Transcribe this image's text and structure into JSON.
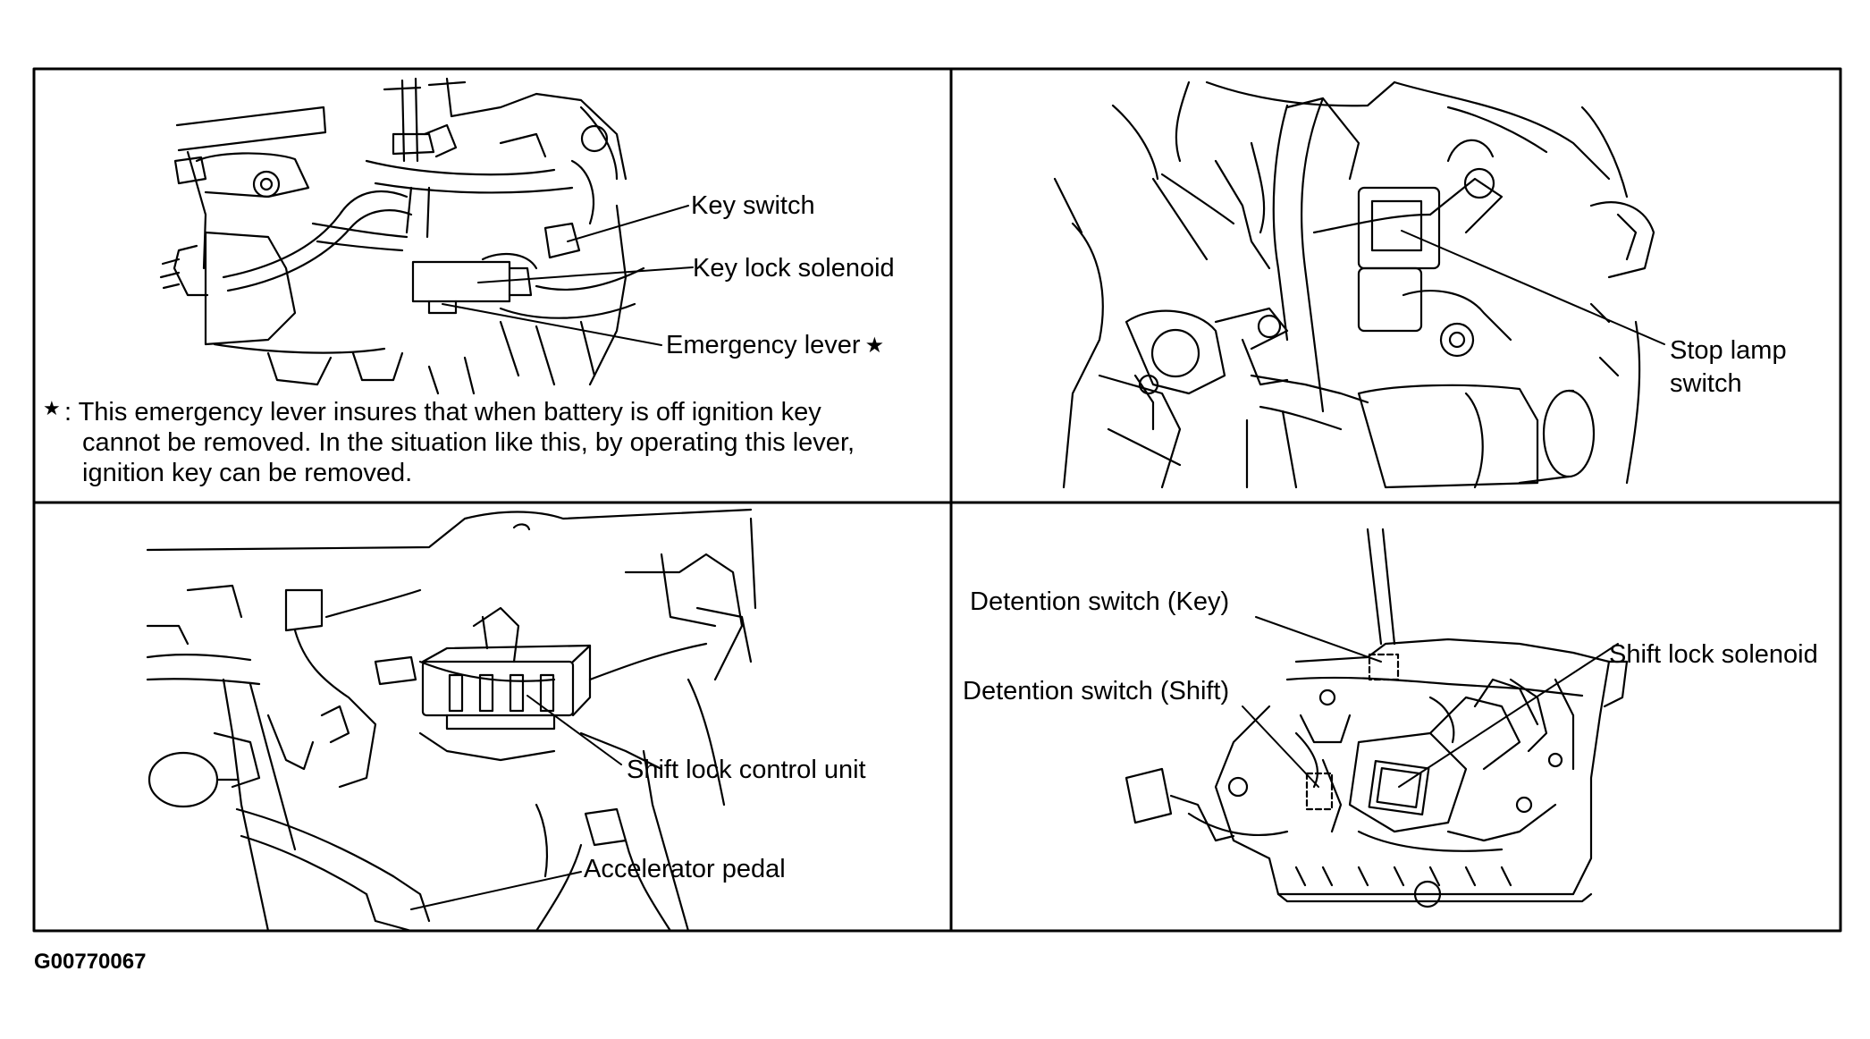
{
  "figure_code": "G00770067",
  "panels": {
    "key_switch": {
      "labels": {
        "key_switch": "Key switch",
        "key_lock_solenoid": "Key lock solenoid",
        "emergency_lever": "Emergency lever"
      },
      "note": {
        "marker": "★",
        "lines": [
          ": This emergency lever insures that when battery is off ignition key",
          "cannot be removed. In the situation like this, by operating this lever,",
          "ignition key can be removed."
        ]
      }
    },
    "stop_lamp": {
      "labels": {
        "stop_lamp_line1": "Stop lamp",
        "stop_lamp_line2": "switch"
      }
    },
    "control_unit": {
      "labels": {
        "shift_lock_control_unit": "Shift lock control unit",
        "accelerator_pedal": "Accelerator pedal"
      }
    },
    "shifter": {
      "labels": {
        "detention_switch_key": "Detention switch (Key)",
        "detention_switch_shift": "Detention switch (Shift)",
        "shift_lock_solenoid": "Shift lock solenoid"
      }
    }
  }
}
